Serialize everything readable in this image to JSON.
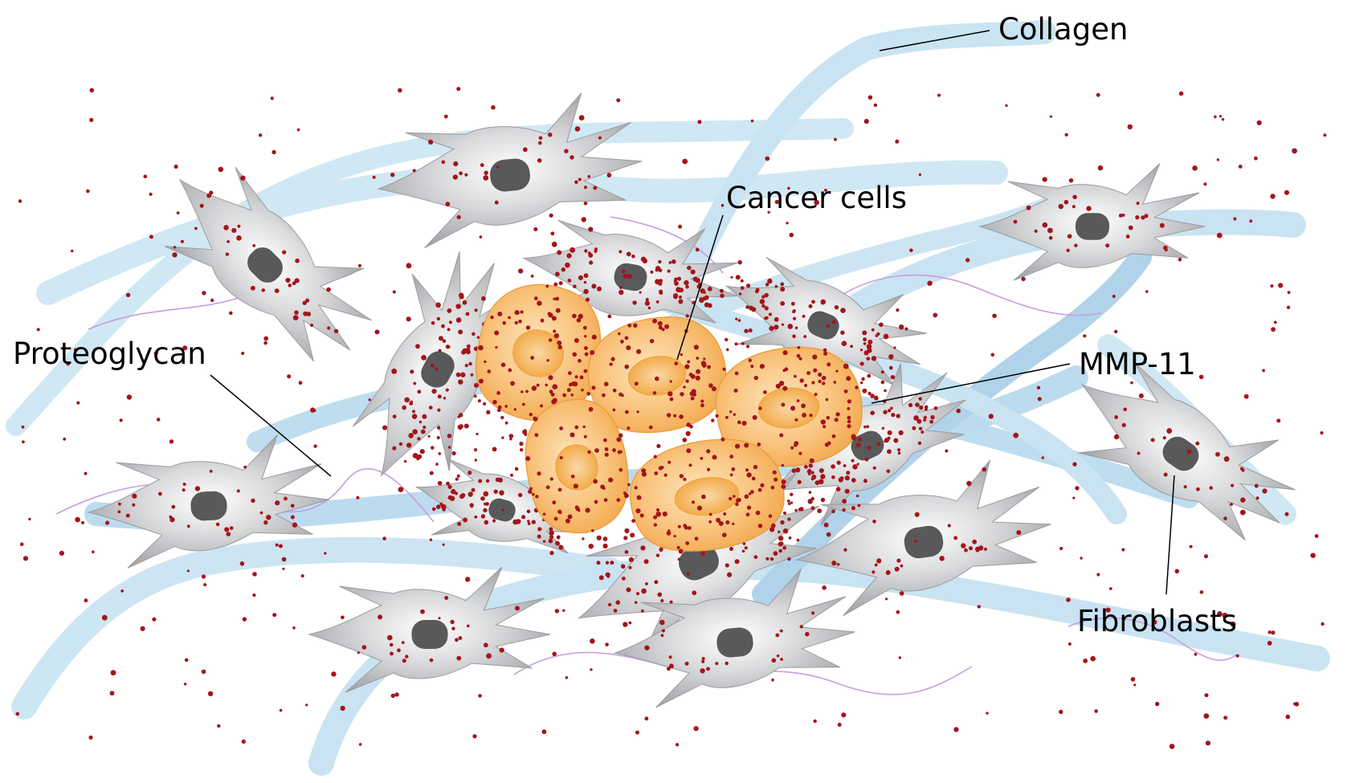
{
  "diagram": {
    "labels": {
      "collagen": "Collagen",
      "cancer_cells": "Cancer cells",
      "proteoglycan": "Proteoglycan",
      "mmp11": "MMP-11",
      "fibroblasts": "Fibroblasts"
    },
    "colors": {
      "collagen_fiber": "#c6e4f2",
      "collagen_fiber_dark": "#a9cfe8",
      "fibroblast_body": "#a7a9ac",
      "fibroblast_nucleus": "#58595b",
      "cancer_cell": "#f7b15f",
      "cancer_nucleus": "#f4a63f",
      "mmp11_dot": "#a3151b",
      "proteoglycan_strand": "#c79ce0",
      "leader_line": "#000000"
    }
  }
}
